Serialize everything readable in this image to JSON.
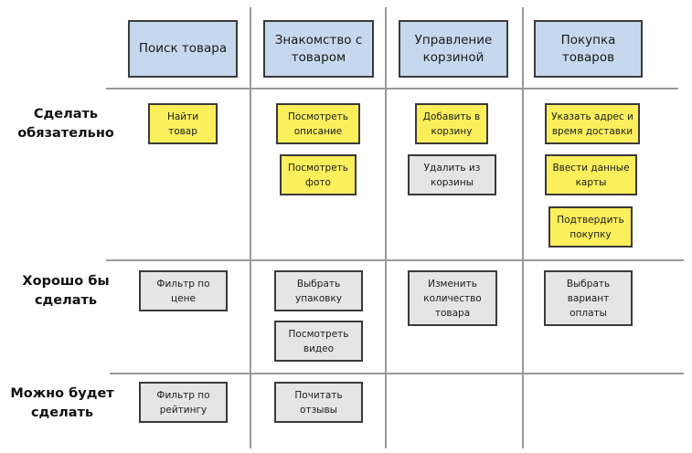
{
  "columns": [
    {
      "label": "Поиск товара"
    },
    {
      "label": "Знакомство с\nтоваром"
    },
    {
      "label": "Управление\nкорзиной"
    },
    {
      "label": "Покупка\nтоваров"
    }
  ],
  "rows": [
    {
      "label": "Сделать\nобязательно"
    },
    {
      "label": "Хорошо бы\nсделать"
    },
    {
      "label": "Можно будет\nсделать"
    }
  ],
  "cards": {
    "must": {
      "find_product": "Найти\nтовар",
      "view_description": "Посмотреть\nописание",
      "view_photo": "Посмотреть\nфото",
      "add_to_cart": "Добавить в\nкорзину",
      "remove_from_cart": "Удалить из\nкорзины",
      "delivery_address": "Указать адрес и\nвремя доставки",
      "card_data": "Ввести данные\nкарты",
      "confirm_purchase": "Подтвердить\nпокупку"
    },
    "nice": {
      "price_filter": "Фильтр по\nцене",
      "choose_packaging": "Выбрать\nупаковку",
      "watch_video": "Посмотреть\nвидео",
      "change_quantity": "Изменить\nколичество\nтовара",
      "payment_option": "Выбрать\nвариант\nоплаты"
    },
    "could": {
      "rating_filter": "Фильтр по\nрейтингу",
      "read_reviews": "Почитать\nотзывы"
    }
  },
  "colors": {
    "header_fill": "#c6d8ee",
    "required_card": "#fbef5c",
    "optional_card": "#e5e5e5",
    "grid_line": "#9a9a9a"
  }
}
